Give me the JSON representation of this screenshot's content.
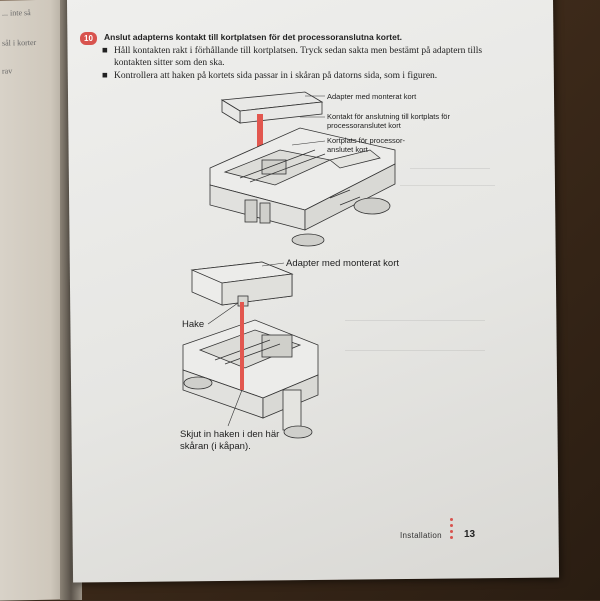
{
  "left_page_fragments": [
    "... inte så",
    "sål i korter",
    "rav"
  ],
  "step": {
    "number": "10",
    "heading": "Anslut adapterns kontakt till kortplatsen för det processoranslutna kortet."
  },
  "bullets": [
    "Håll kontakten rakt i förhållande till kortplatsen. Tryck sedan sakta men bestämt på adaptern tills kontakten sitter som den ska.",
    "Kontrollera att haken på kortets sida passar in i skåran på datorns sida, som i figuren."
  ],
  "figure1": {
    "callouts": [
      "Adapter med monterat kort",
      "Kontakt för anslutning till kortplats för processoranslutet kort",
      "Kortplats för processor-anslutet kort"
    ]
  },
  "figure2": {
    "callout_adapter": "Adapter med monterat kort",
    "callout_hook": "Hake",
    "callout_slot": "Skjut in haken i den här skåran (i kåpan)."
  },
  "footer": {
    "section": "Installation",
    "page_number": "13"
  },
  "colors": {
    "accent": "#d8534e",
    "arrow": "#e2574f"
  }
}
